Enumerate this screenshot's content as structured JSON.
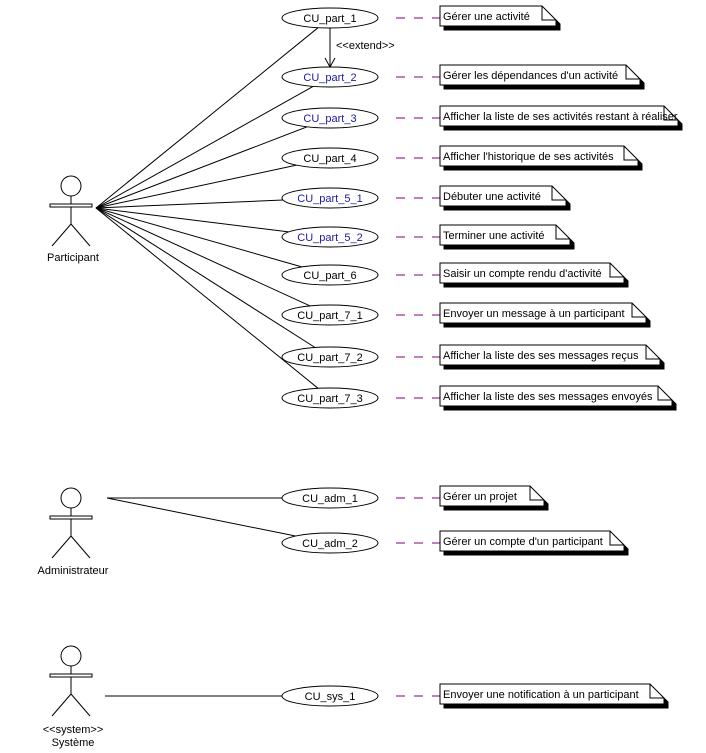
{
  "actors": [
    {
      "id": "participant",
      "label": "Participant",
      "stereotype": ""
    },
    {
      "id": "administrateur",
      "label": "Administrateur",
      "stereotype": ""
    },
    {
      "id": "systeme",
      "label": "Système",
      "stereotype": "<<system>>"
    }
  ],
  "use_cases": [
    {
      "id": "CU_part_1",
      "label": "CU_part_1",
      "color": "#000000",
      "note": "Gérer une activité",
      "actor": "participant"
    },
    {
      "id": "CU_part_2",
      "label": "CU_part_2",
      "color": "#1a1aa6",
      "note": "Gérer les dépendances d'un activité",
      "actor": "participant"
    },
    {
      "id": "CU_part_3",
      "label": "CU_part_3",
      "color": "#1a1aa6",
      "note": "Afficher la liste de ses activités restant à réaliser",
      "actor": "participant"
    },
    {
      "id": "CU_part_4",
      "label": "CU_part_4",
      "color": "#000000",
      "note": "Afficher l'historique de ses activités",
      "actor": "participant"
    },
    {
      "id": "CU_part_5_1",
      "label": "CU_part_5_1",
      "color": "#1a1aa6",
      "note": "Débuter une activité",
      "actor": "participant"
    },
    {
      "id": "CU_part_5_2",
      "label": "CU_part_5_2",
      "color": "#1a1aa6",
      "note": "Terminer une activité",
      "actor": "participant"
    },
    {
      "id": "CU_part_6",
      "label": "CU_part_6",
      "color": "#000000",
      "note": "Saisir un compte rendu d'activité",
      "actor": "participant"
    },
    {
      "id": "CU_part_7_1",
      "label": "CU_part_7_1",
      "color": "#000000",
      "note": "Envoyer un message à un participant",
      "actor": "participant"
    },
    {
      "id": "CU_part_7_2",
      "label": "CU_part_7_2",
      "color": "#000000",
      "note": "Afficher la liste des ses messages reçus",
      "actor": "participant"
    },
    {
      "id": "CU_part_7_3",
      "label": "CU_part_7_3",
      "color": "#000000",
      "note": "Afficher la liste des ses messages envoyés",
      "actor": "participant"
    },
    {
      "id": "CU_adm_1",
      "label": "CU_adm_1",
      "color": "#000000",
      "note": "Gérer un projet",
      "actor": "administrateur"
    },
    {
      "id": "CU_adm_2",
      "label": "CU_adm_2",
      "color": "#000000",
      "note": "Gérer un compte d'un participant",
      "actor": "administrateur"
    },
    {
      "id": "CU_sys_1",
      "label": "CU_sys_1",
      "color": "#000000",
      "note": "Envoyer une notification à un participant",
      "actor": "systeme"
    }
  ],
  "relations": [
    {
      "from": "CU_part_1",
      "to": "CU_part_2",
      "label": "<<extend>>"
    }
  ],
  "colors": {
    "line": "#000000",
    "note_link": "#800080",
    "note_fill": "#ffffff"
  }
}
